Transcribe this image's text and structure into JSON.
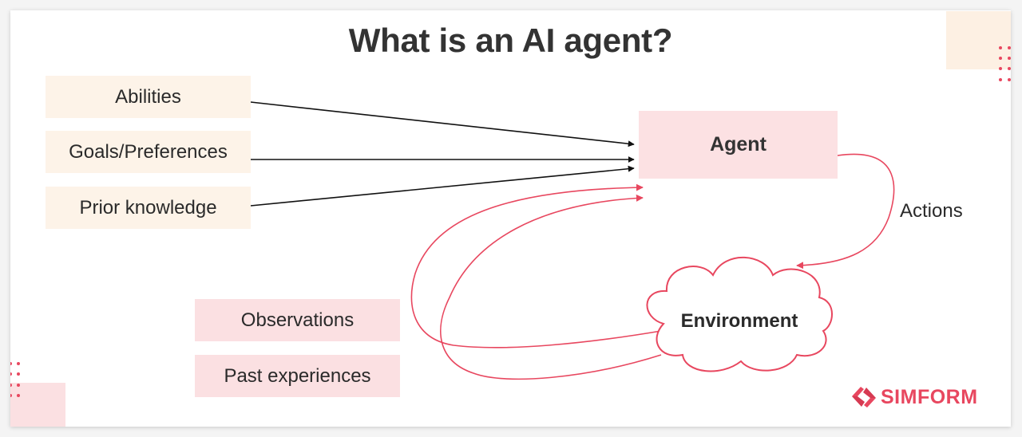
{
  "title": "What is an AI agent?",
  "inputs": [
    {
      "label": "Abilities"
    },
    {
      "label": "Goals/Preferences"
    },
    {
      "label": "Prior knowledge"
    }
  ],
  "agent": {
    "label": "Agent"
  },
  "actions": {
    "label": "Actions"
  },
  "environment": {
    "label": "Environment"
  },
  "feedback": [
    {
      "label": "Observations"
    },
    {
      "label": "Past experiences"
    }
  ],
  "brand": {
    "name": "SIMFORM",
    "icon": "simform-logo-icon",
    "color": "#e8475f"
  },
  "colors": {
    "accent_red": "#e8475f",
    "input_box_fill": "#fdf3e8",
    "feedback_box_fill": "#fbe0e2",
    "agent_box_fill": "#fce1e3",
    "arrow_black": "#111111",
    "text": "#2a2a2a"
  }
}
